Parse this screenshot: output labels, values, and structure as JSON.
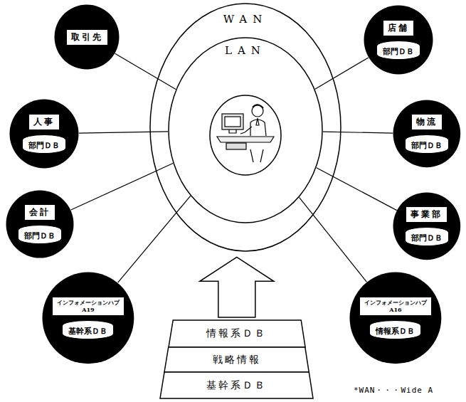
{
  "diagram": {
    "nodes": [
      {
        "text": [
          "WAN"
        ]
      },
      {
        "text": [
          "LAN"
        ],
        "in": 0
      },
      {
        "text": [
          "取引先"
        ]
      },
      {
        "text": [
          "人事",
          "部門ＤＢ"
        ]
      },
      {
        "text": [
          "会計",
          "部門ＤＢ"
        ]
      },
      {
        "text": [
          "インフォメーションハブ A19",
          "基幹系ＤＢ"
        ]
      },
      {
        "text": [
          "店舗",
          "部門ＤＢ"
        ]
      },
      {
        "text": [
          "物流",
          "部門ＤＢ"
        ]
      },
      {
        "text": [
          "事業部",
          "部門ＤＢ"
        ]
      },
      {
        "text": [
          "インフォメーションハブ A16",
          "情報系ＤＢ"
        ]
      },
      {
        "text": [
          "情報系ＤＢ"
        ]
      },
      {
        "text": [
          "戦略情報"
        ]
      },
      {
        "text": [
          "基幹系ＤＢ"
        ]
      }
    ],
    "edges": [
      {
        "from": 2,
        "to": 1,
        "arrow": "none"
      },
      {
        "from": 3,
        "to": 1,
        "arrow": "none"
      },
      {
        "from": 4,
        "to": 1,
        "arrow": "none"
      },
      {
        "from": 5,
        "to": 1,
        "arrow": "none"
      },
      {
        "from": 6,
        "to": 1,
        "arrow": "none"
      },
      {
        "from": 7,
        "to": 1,
        "arrow": "none"
      },
      {
        "from": 8,
        "to": 1,
        "arrow": "none"
      },
      {
        "from": 9,
        "to": 1,
        "arrow": "none"
      },
      {
        "from": 10,
        "to": 0,
        "arrow": "to"
      }
    ],
    "labels": [
      "*WAN・・・Wide A"
    ]
  }
}
